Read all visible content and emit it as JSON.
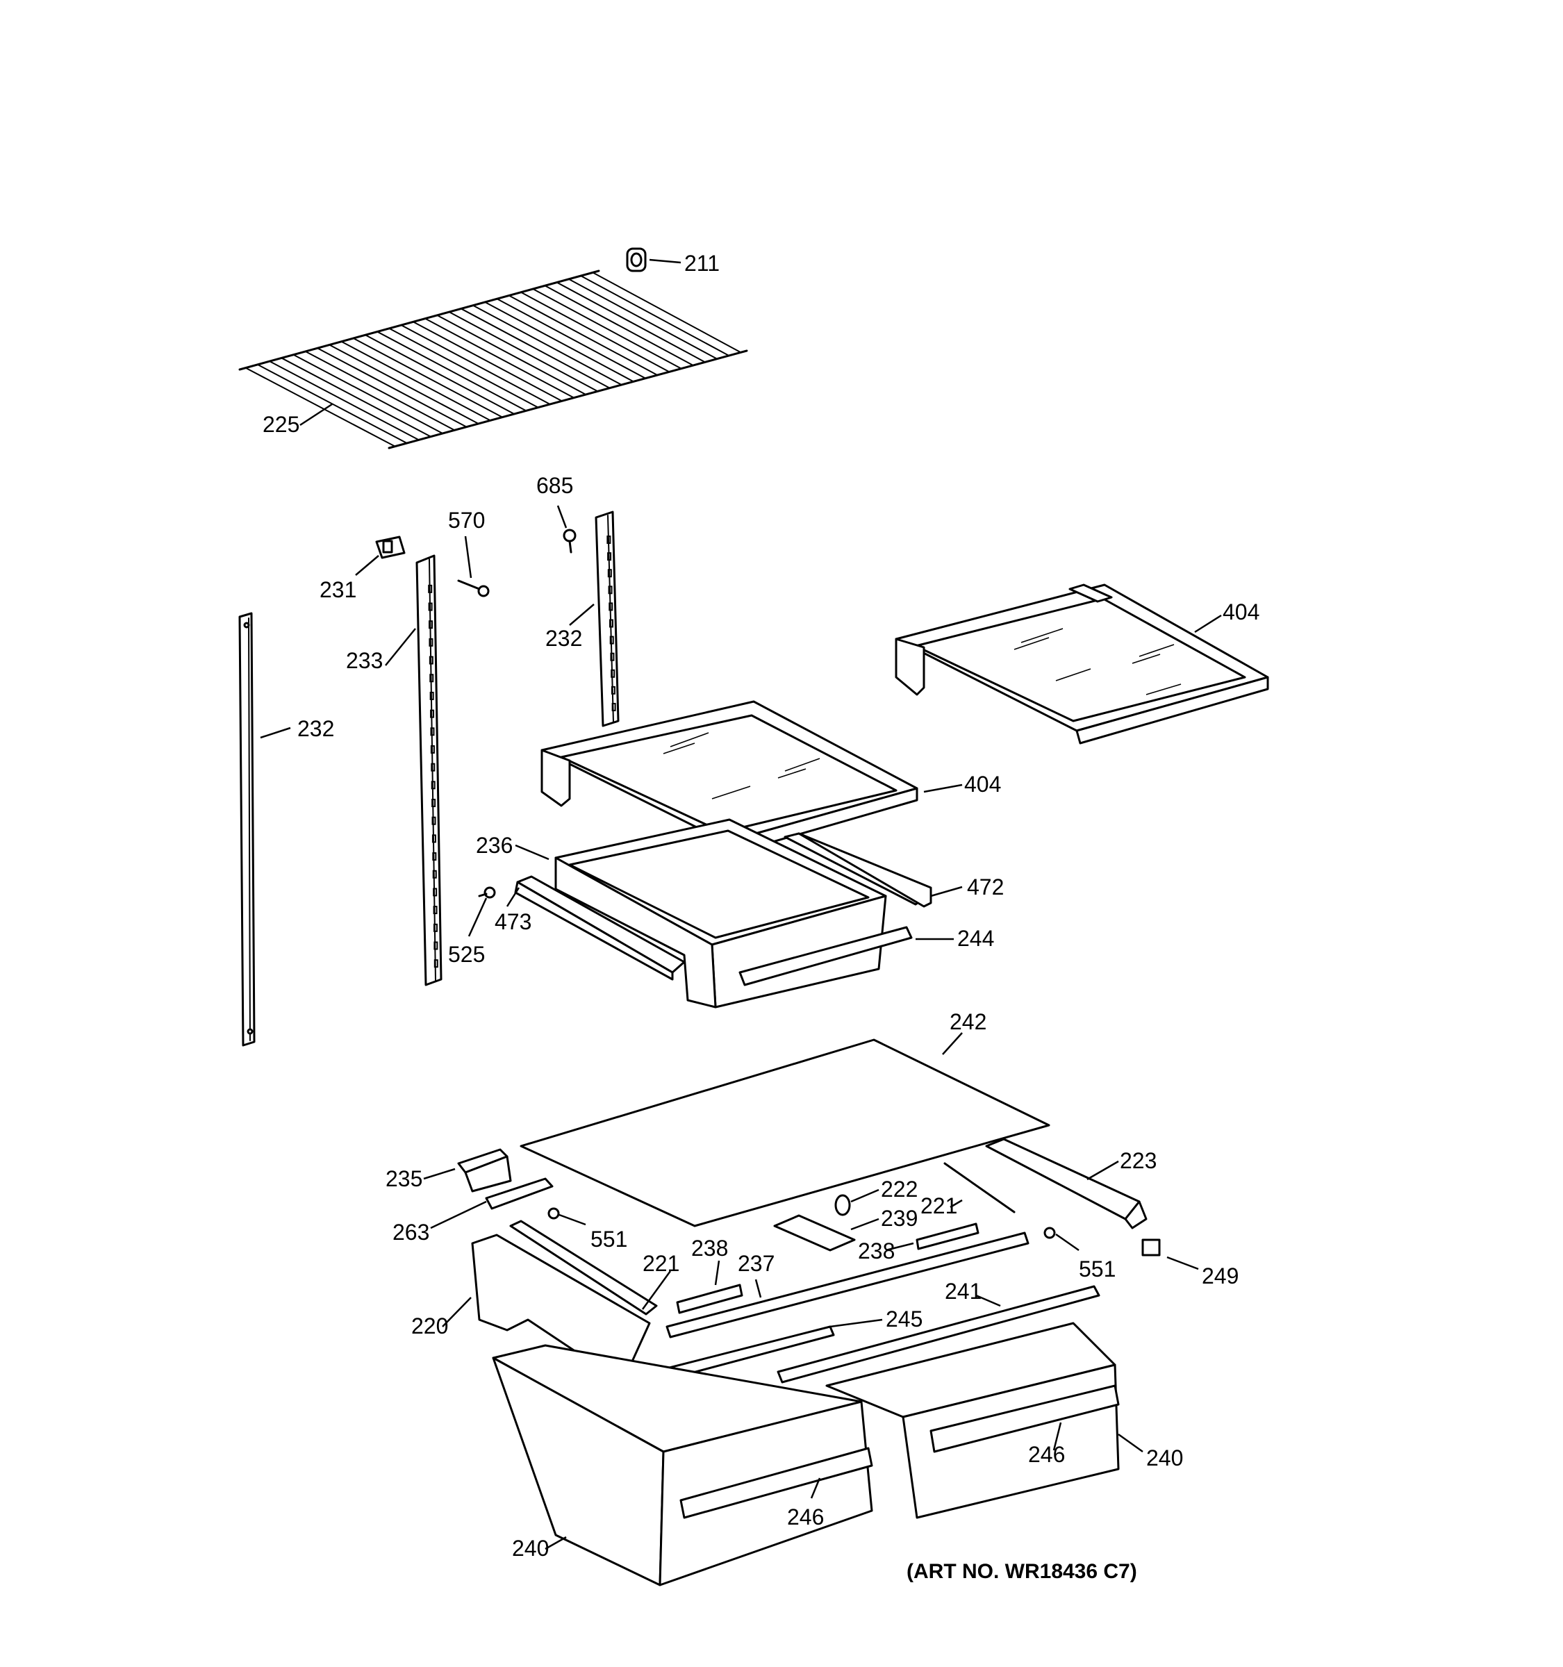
{
  "diagram": {
    "art_number": "(ART NO. WR18436 C7)",
    "callouts": [
      {
        "id": "c211",
        "label": "211"
      },
      {
        "id": "c225",
        "label": "225"
      },
      {
        "id": "c685",
        "label": "685"
      },
      {
        "id": "c570",
        "label": "570"
      },
      {
        "id": "c231",
        "label": "231"
      },
      {
        "id": "c233",
        "label": "233"
      },
      {
        "id": "c232a",
        "label": "232"
      },
      {
        "id": "c232b",
        "label": "232"
      },
      {
        "id": "c404a",
        "label": "404"
      },
      {
        "id": "c404b",
        "label": "404"
      },
      {
        "id": "c236",
        "label": "236"
      },
      {
        "id": "c472",
        "label": "472"
      },
      {
        "id": "c473",
        "label": "473"
      },
      {
        "id": "c525",
        "label": "525"
      },
      {
        "id": "c244",
        "label": "244"
      },
      {
        "id": "c242",
        "label": "242"
      },
      {
        "id": "c223",
        "label": "223"
      },
      {
        "id": "c235",
        "label": "235"
      },
      {
        "id": "c222",
        "label": "222"
      },
      {
        "id": "c239",
        "label": "239"
      },
      {
        "id": "c221a",
        "label": "221"
      },
      {
        "id": "c263",
        "label": "263"
      },
      {
        "id": "c551a",
        "label": "551"
      },
      {
        "id": "c238a",
        "label": "238"
      },
      {
        "id": "c238b",
        "label": "238"
      },
      {
        "id": "c551b",
        "label": "551"
      },
      {
        "id": "c249",
        "label": "249"
      },
      {
        "id": "c221b",
        "label": "221"
      },
      {
        "id": "c237",
        "label": "237"
      },
      {
        "id": "c241",
        "label": "241"
      },
      {
        "id": "c220",
        "label": "220"
      },
      {
        "id": "c245",
        "label": "245"
      },
      {
        "id": "c246a",
        "label": "246"
      },
      {
        "id": "c240a",
        "label": "240"
      },
      {
        "id": "c246b",
        "label": "246"
      },
      {
        "id": "c240b",
        "label": "240"
      }
    ]
  }
}
